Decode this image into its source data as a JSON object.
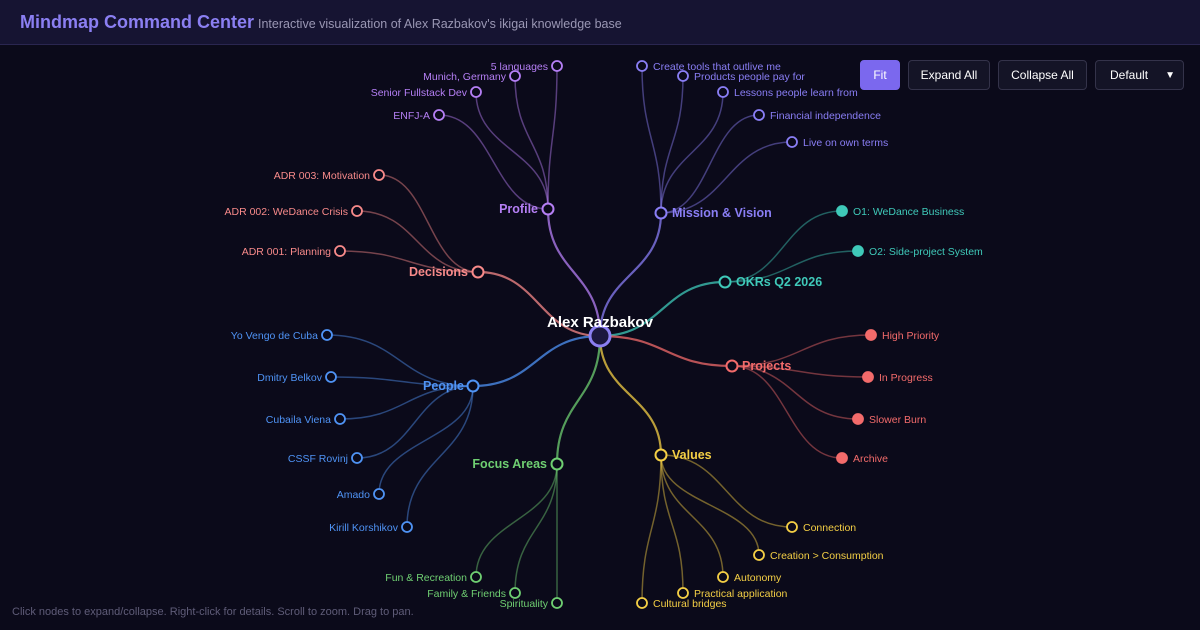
{
  "header": {
    "title": "Mindmap Command Center",
    "subtitle": "Interactive visualization of Alex Razbakov's ikigai knowledge base"
  },
  "toolbar": {
    "fit_label": "Fit",
    "expand_label": "Expand All",
    "collapse_label": "Collapse All",
    "view_select": "Default"
  },
  "hint": "Click nodes to expand/collapse. Right-click for details. Scroll to zoom. Drag to pan.",
  "mindmap": {
    "root": "Alex Razbakov",
    "branches": [
      {
        "label": "Profile",
        "color": "#b57ff5",
        "children": [
          "5 languages",
          "Munich, Germany",
          "Senior Fullstack Dev",
          "ENFJ-A"
        ]
      },
      {
        "label": "Mission & Vision",
        "color": "#8a7ef5",
        "children": [
          "Create tools that outlive me",
          "Products people pay for",
          "Lessons people learn from",
          "Financial independence",
          "Live on own terms"
        ]
      },
      {
        "label": "OKRs Q2 2026",
        "color": "#3fc9b9",
        "children": [
          "O1: WeDance Business",
          "O2: Side-project System"
        ]
      },
      {
        "label": "Projects",
        "color": "#f36b6b",
        "children": [
          "High Priority",
          "In Progress",
          "Slower Burn",
          "Archive"
        ]
      },
      {
        "label": "Values",
        "color": "#f4cf45",
        "children": [
          "Connection",
          "Creation > Consumption",
          "Autonomy",
          "Practical application",
          "Cultural bridges"
        ]
      },
      {
        "label": "Focus Areas",
        "color": "#6fcf72",
        "children": [
          "Fun & Recreation",
          "Family & Friends",
          "Spirituality"
        ]
      },
      {
        "label": "People",
        "color": "#4f93f5",
        "children": [
          "Yo Vengo de Cuba",
          "Dmitry Belkov",
          "Cubaila Viena",
          "CSSF Rovinj",
          "Amado",
          "Kirill Korshikov"
        ]
      },
      {
        "label": "Decisions",
        "color": "#f88a8a",
        "children": [
          "ADR 003: Motivation",
          "ADR 002: WeDance Crisis",
          "ADR 001: Planning"
        ]
      }
    ]
  }
}
